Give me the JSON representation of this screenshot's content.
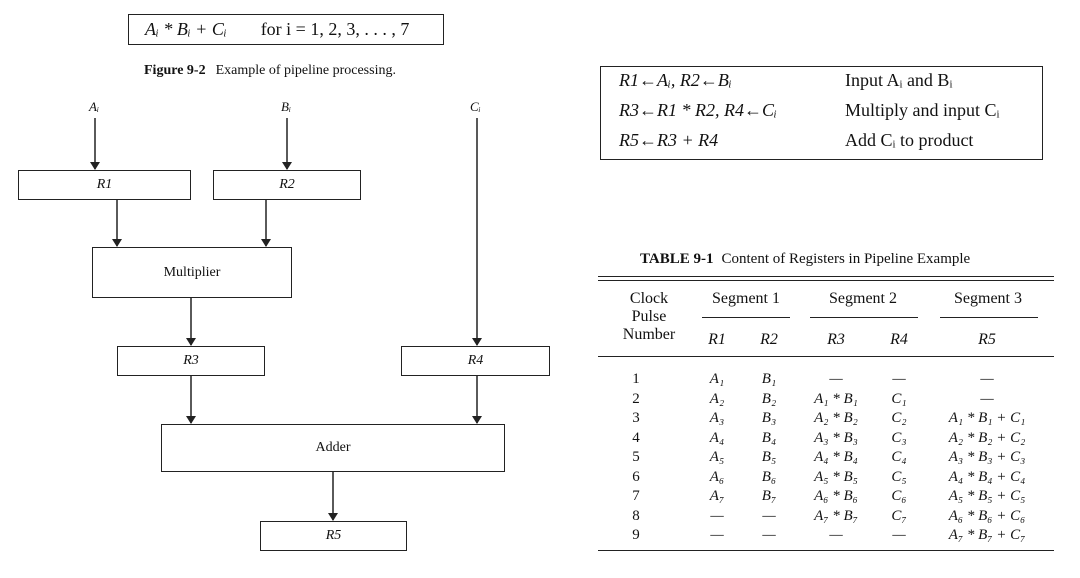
{
  "formula": {
    "expr": "Aᵢ * Bᵢ + Cᵢ",
    "range": "for i = 1, 2, 3, . . . , 7"
  },
  "figure_caption": {
    "number": "Figure 9-2",
    "text": "Example of pipeline processing."
  },
  "inputs": {
    "a": "Aᵢ",
    "b": "Bᵢ",
    "c": "Cᵢ"
  },
  "blocks": {
    "r1": "R1",
    "r2": "R2",
    "multiplier": "Multiplier",
    "r3": "R3",
    "r4": "R4",
    "adder": "Adder",
    "r5": "R5"
  },
  "microops": [
    {
      "op": "R1←Aᵢ,   R2←Bᵢ",
      "desc": "Input Aᵢ and Bᵢ"
    },
    {
      "op": "R3←R1 * R2,   R4←Cᵢ",
      "desc": "Multiply and input Cᵢ"
    },
    {
      "op": "R5←R3 + R4",
      "desc": "Add Cᵢ to product"
    }
  ],
  "table": {
    "caption_number": "TABLE 9-1",
    "caption_text": "Content of Registers in Pipeline Example",
    "col_clock": "Clock Pulse Number",
    "seg1": "Segment 1",
    "seg2": "Segment 2",
    "seg3": "Segment 3",
    "reg_headers": [
      "R1",
      "R2",
      "R3",
      "R4",
      "R5"
    ],
    "rows": [
      [
        "1",
        "A₁",
        "B₁",
        "—",
        "—",
        "—"
      ],
      [
        "2",
        "A₂",
        "B₂",
        "A₁ * B₁",
        "C₁",
        "—"
      ],
      [
        "3",
        "A₃",
        "B₃",
        "A₂ * B₂",
        "C₂",
        "A₁ * B₁ + C₁"
      ],
      [
        "4",
        "A₄",
        "B₄",
        "A₃ * B₃",
        "C₃",
        "A₂ * B₂ + C₂"
      ],
      [
        "5",
        "A₅",
        "B₅",
        "A₄ * B₄",
        "C₄",
        "A₃ * B₃ + C₃"
      ],
      [
        "6",
        "A₆",
        "B₆",
        "A₅ * B₅",
        "C₅",
        "A₄ * B₄ + C₄"
      ],
      [
        "7",
        "A₇",
        "B₇",
        "A₆ * B₆",
        "C₆",
        "A₅ * B₅ + C₅"
      ],
      [
        "8",
        "—",
        "—",
        "A₇ * B₇",
        "C₇",
        "A₆ * B₆ + C₆"
      ],
      [
        "9",
        "—",
        "—",
        "—",
        "—",
        "A₇ * B₇ + C₇"
      ]
    ]
  }
}
